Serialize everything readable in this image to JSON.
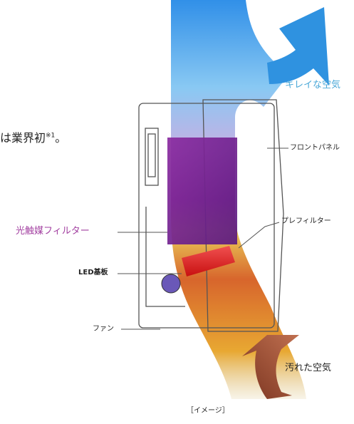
{
  "header_text": {
    "main": "は業界初",
    "note_mark": "※1",
    "end": "。"
  },
  "labels": {
    "clean_air": "キレイな空気",
    "front_panel": "フロントパネル",
    "photocatalyst_filter": "光触媒フィルター",
    "pre_filter": "プレフィルター",
    "led_board": "LED基板",
    "fan": "ファン",
    "dirty_air": "汚れた空気"
  },
  "caption": "［イメージ］",
  "colors": {
    "clean_air_label": "#4aa8d8",
    "photocatalyst_label": "#a23fa0",
    "clean_flow": "#2f8fe8",
    "dirty_flow": "#c8611a",
    "filter_purple": "#6a1f8a",
    "led_red": "#e02020",
    "arrow_blue": "#3a9ee0",
    "arrow_brown": "#9b4a30"
  }
}
